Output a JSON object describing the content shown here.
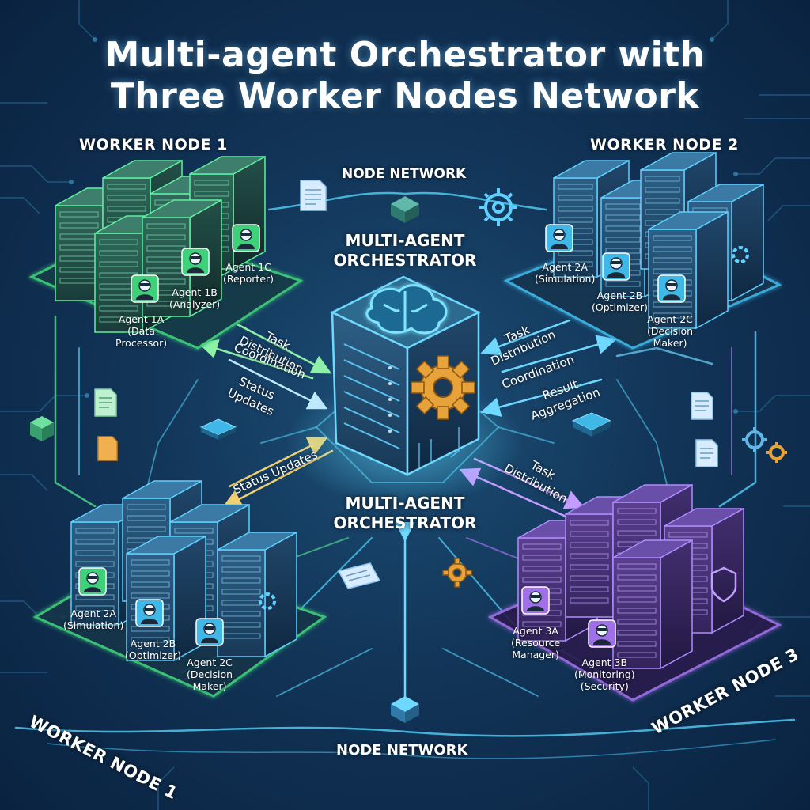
{
  "title": {
    "line1": "Multi-agent Orchestrator with",
    "line2": "Three Worker Nodes Network"
  },
  "network_labels": {
    "top": "NODE NETWORK",
    "bottom": "NODE NETWORK"
  },
  "orchestrator": {
    "top_line1": "MULTI-AGENT",
    "top_line2": "ORCHESTRATOR",
    "bottom_line1": "MULTI-AGENT",
    "bottom_line2": "ORCHESTRATOR"
  },
  "nodes": {
    "top_left": "WORKER NODE 1",
    "top_right": "WORKER NODE 2",
    "bottom_left": "WORKER NODE 1",
    "bottom_right": "WORKER NODE 3"
  },
  "agents": {
    "n1_a": {
      "name": "Agent 1A",
      "role1": "(Data",
      "role2": "Processor)"
    },
    "n1_b": {
      "name": "Agent 1B",
      "role1": "(Analyzer)"
    },
    "n1_c": {
      "name": "Agent 1C",
      "role1": "(Reporter)"
    },
    "n2_a": {
      "name": "Agent 2A",
      "role1": "(Simulation)"
    },
    "n2_b": {
      "name": "Agent 2B",
      "role1": "(Optimizer)"
    },
    "n2_c": {
      "name": "Agent 2C",
      "role1": "(Decision",
      "role2": "Maker)"
    },
    "bl_a": {
      "name": "Agent 2A",
      "role1": "(Simulation)"
    },
    "bl_b": {
      "name": "Agent 2B",
      "role1": "(Optimizer)"
    },
    "bl_c": {
      "name": "Agent 2C",
      "role1": "(Decision",
      "role2": "Maker)"
    },
    "n3_a": {
      "name": "Agent 3A",
      "role1": "(Resource",
      "role2": "Manager)"
    },
    "n3_b": {
      "name": "Agent 3B",
      "role1": "(Monitoring)",
      "role2": "(Security)"
    }
  },
  "flows": {
    "left_task1": "Task",
    "left_task2": "Distribution",
    "left_coord": "Coordination",
    "left_status1": "Status",
    "left_status2": "Updates",
    "right_task1": "Task",
    "right_task2": "Distribution",
    "right_coord": "Coordination",
    "right_result1": "Result",
    "right_result2": "Aggregation",
    "bl_status": "Status Updates",
    "br_task1": "Task",
    "br_task2": "Distribution"
  },
  "colors": {
    "node1": "#3fd07a",
    "node2": "#3fb8e8",
    "node3": "#a070e8",
    "gear": "#e8a23a",
    "line": "#4fc8f0"
  },
  "icons": [
    "brain-icon",
    "gear-icon",
    "document-icon",
    "server-icon",
    "shield-lock-icon",
    "agent-avatar-icon",
    "chip-icon"
  ]
}
